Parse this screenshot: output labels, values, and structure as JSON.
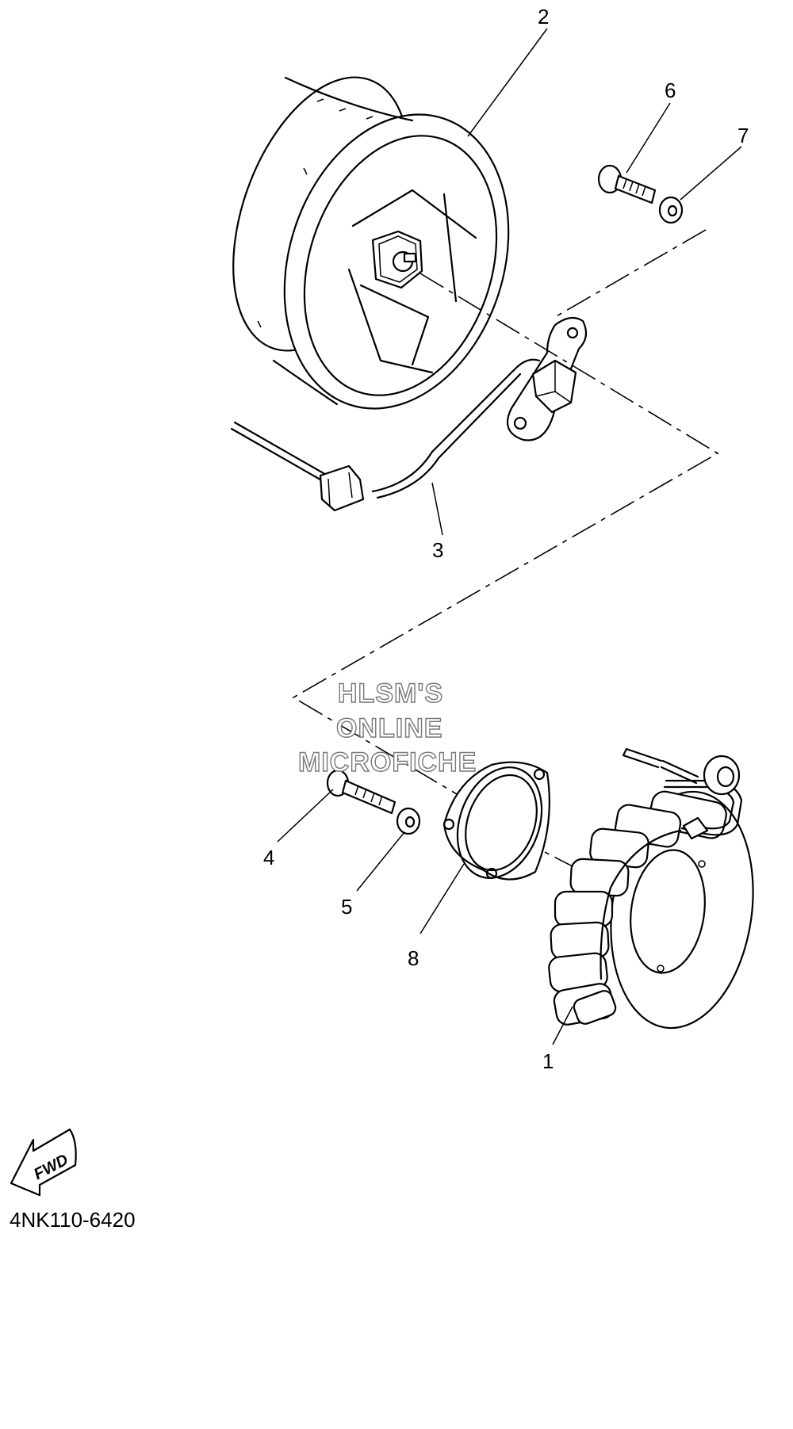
{
  "callouts": [
    "1",
    "2",
    "3",
    "4",
    "5",
    "6",
    "7",
    "8"
  ],
  "watermark": {
    "line1": "HLSM'S",
    "line2": "ONLINE",
    "line3": "MICROFICHE"
  },
  "direction_label": "FWD",
  "diagram_code": "4NK110-6420",
  "parts": [
    "stator-assembly",
    "rotor-flywheel",
    "pickup-coil",
    "stator-screw",
    "stator-washer",
    "pickup-screw",
    "pickup-washer",
    "gasket"
  ]
}
